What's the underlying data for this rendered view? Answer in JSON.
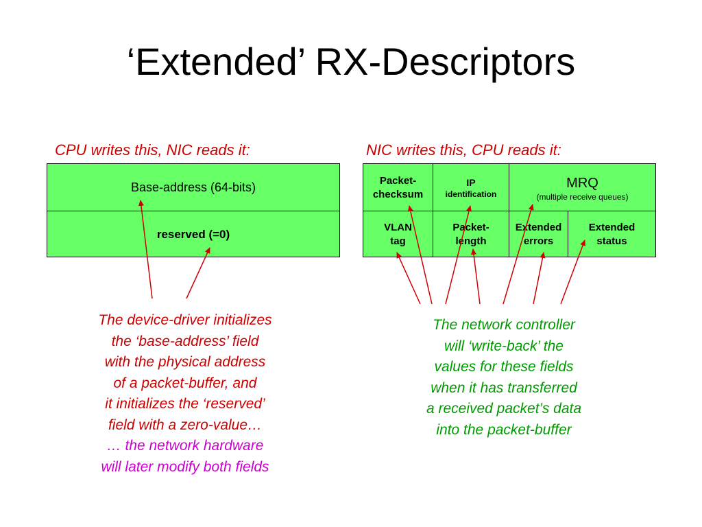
{
  "title": "‘Extended’ RX-Descriptors",
  "left": {
    "caption": "CPU writes this, NIC reads it:",
    "cells": {
      "base_address": "Base-address (64-bits)",
      "reserved": "reserved (=0)"
    },
    "note_red": [
      "The device-driver initializes",
      "the ‘base-address’ field",
      "with the physical address",
      "of a packet-buffer, and",
      " it initializes the ‘reserved’",
      "field with a zero-value…"
    ],
    "note_magenta": [
      "… the network hardware",
      " will later modify both fields"
    ]
  },
  "right": {
    "caption": "NIC writes this, CPU reads it:",
    "cells": {
      "packet_checksum": [
        "Packet-",
        "checksum"
      ],
      "ip_identification": [
        "IP",
        "identification"
      ],
      "mrq": "MRQ",
      "mrq_sub": "(multiple receive queues)",
      "vlan_tag": [
        "VLAN",
        "tag"
      ],
      "packet_length": [
        "Packet-",
        "length"
      ],
      "extended_errors": [
        "Extended",
        "errors"
      ],
      "extended_status": [
        "Extended",
        "status"
      ]
    },
    "note": [
      "The network controller",
      "will ‘write-back’ the",
      "values for these fields",
      "when it has transferred",
      "a received packet’s data",
      "into the packet-buffer"
    ]
  },
  "colors": {
    "cell_fill": "#66ff66",
    "arrow": "#cc0000",
    "note_red": "#cc0000",
    "note_magenta": "#cc00cc",
    "note_green": "#009900",
    "caption": "#cc0000"
  }
}
